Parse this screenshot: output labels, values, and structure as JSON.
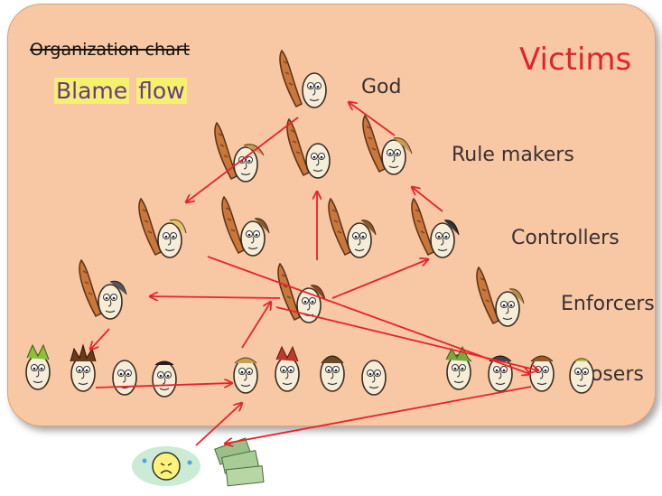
{
  "title_struck": "Organization chart",
  "title_blame_1": "Blame",
  "title_blame_2": "flow",
  "victims_label": "Victims",
  "levels": {
    "god": "God",
    "rule_makers": "Rule makers",
    "controllers": "Controllers",
    "enforcers": "Enforcers",
    "losers": "Losers"
  },
  "colors": {
    "panel": "#f8c8a5",
    "arrow": "#e8232a",
    "victims": "#e0242a",
    "highlight": "#f5f06e"
  }
}
